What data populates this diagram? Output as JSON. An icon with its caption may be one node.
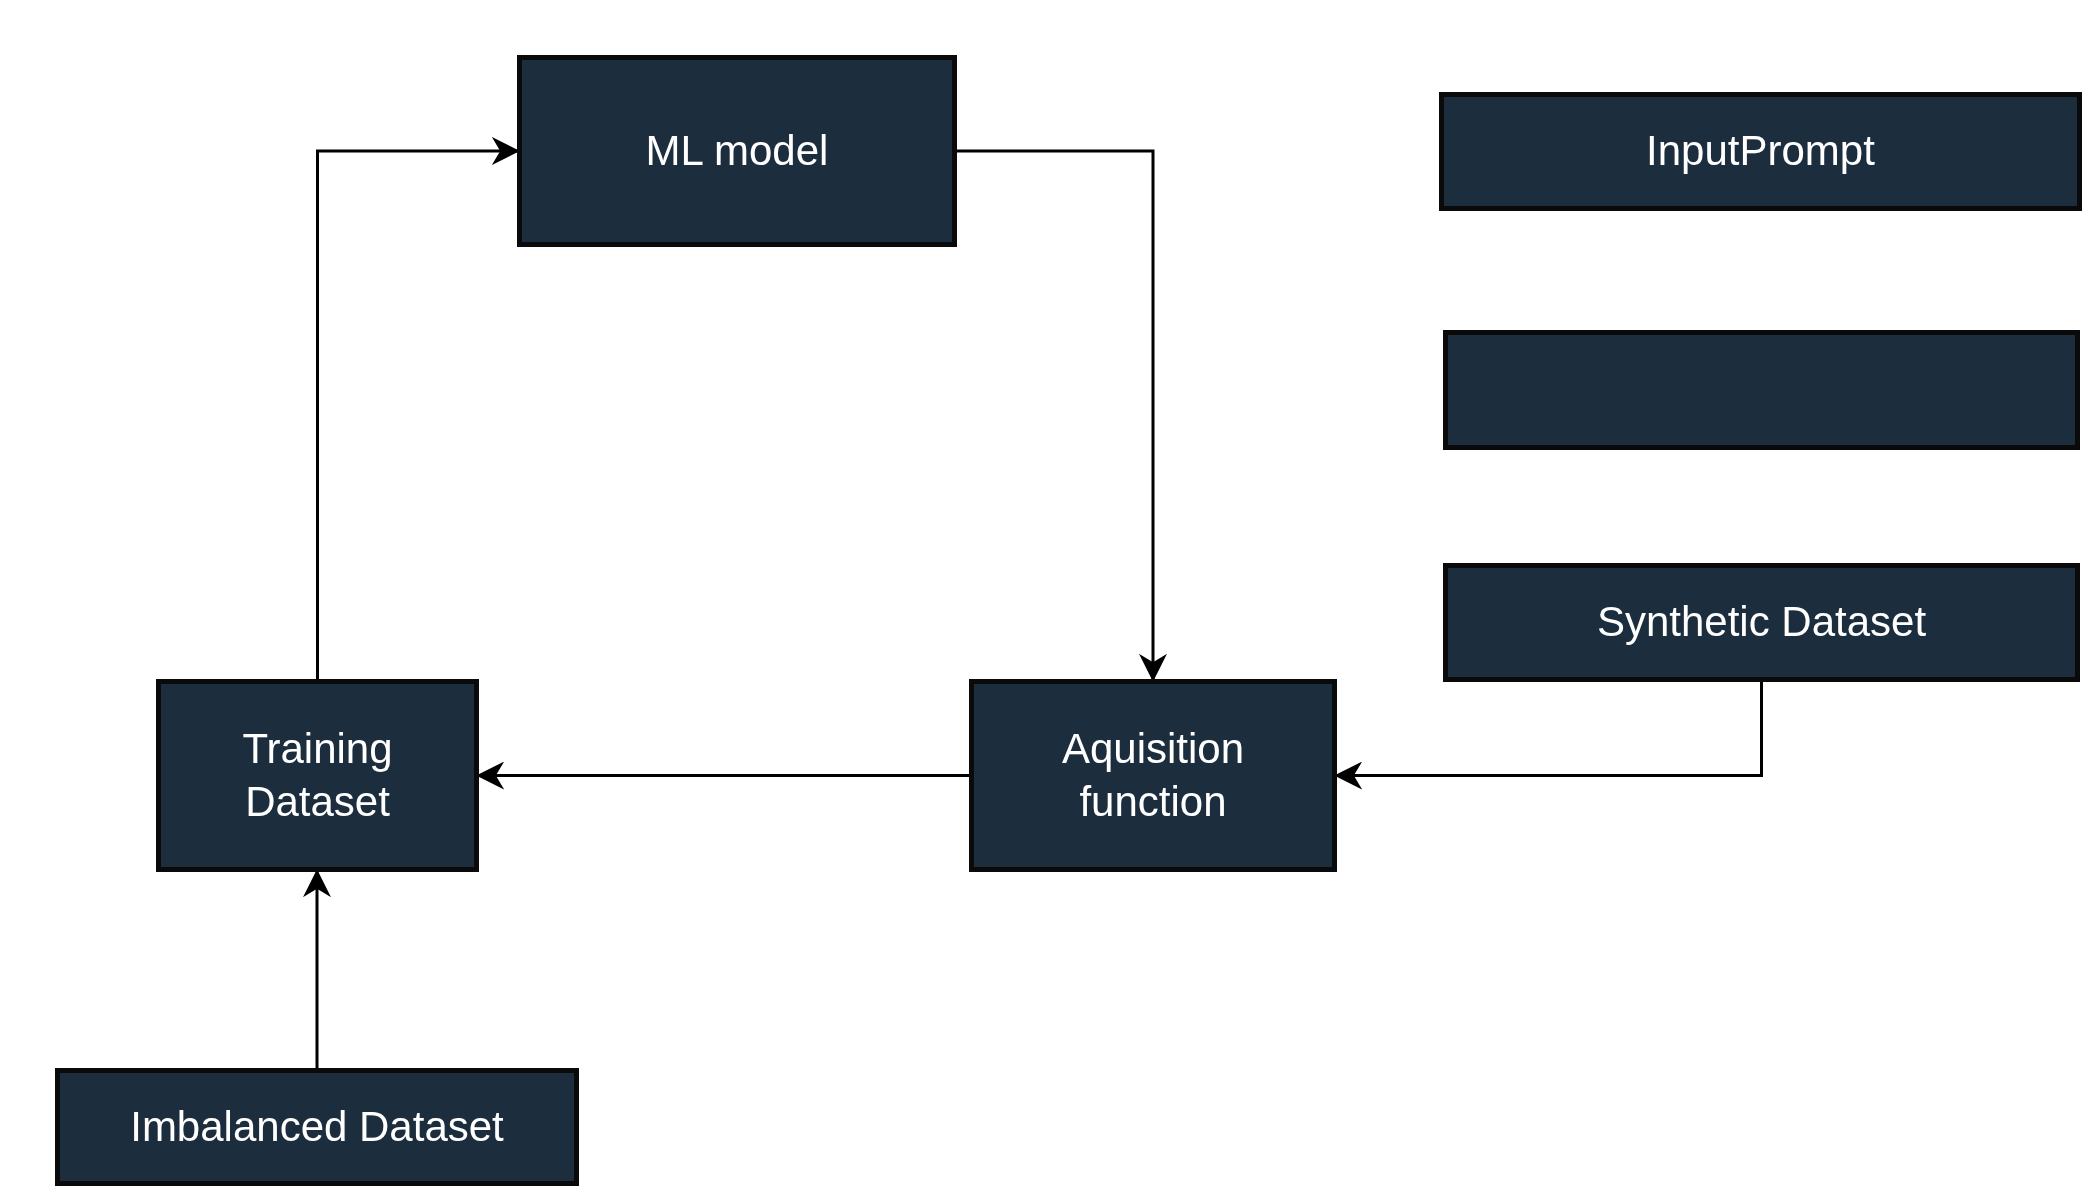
{
  "diagram": {
    "nodes": [
      {
        "text": [
          "ML model"
        ]
      },
      {
        "text": [
          "InputPrompt"
        ]
      },
      {
        "text": [],
        "shape": "box"
      },
      {
        "text": [
          "Synthetic Dataset"
        ]
      },
      {
        "text": [
          "Training Dataset"
        ]
      },
      {
        "text": [
          "Aquisition function"
        ]
      },
      {
        "text": [
          "Imbalanced Dataset"
        ]
      }
    ],
    "edges": [
      {
        "from": 4,
        "to": 0,
        "arrow": "to"
      },
      {
        "from": 0,
        "to": 5,
        "arrow": "to"
      },
      {
        "from": 5,
        "to": 4,
        "arrow": "to"
      },
      {
        "from": 3,
        "to": 5,
        "arrow": "to"
      },
      {
        "from": 6,
        "to": 4,
        "arrow": "to"
      }
    ]
  }
}
